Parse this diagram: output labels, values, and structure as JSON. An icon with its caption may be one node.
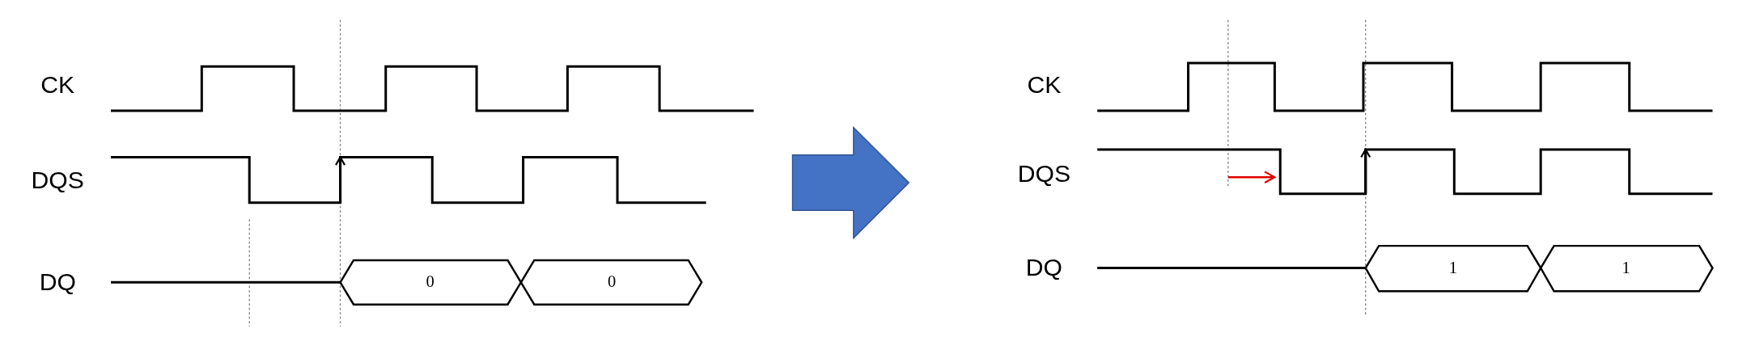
{
  "diagram": {
    "labels": [
      "CK",
      "DQS",
      "DQ",
      "0",
      "0",
      "CK",
      "DQS",
      "DQ",
      "1",
      "1"
    ]
  }
}
